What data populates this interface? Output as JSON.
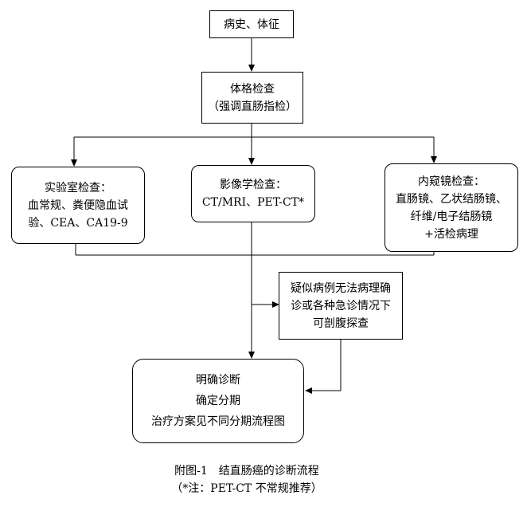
{
  "diagram": {
    "title_implicit": "结直肠癌诊断流程图",
    "nodes": {
      "history": {
        "line1": "病史、体征"
      },
      "physical": {
        "line1": "体格检查",
        "line2": "（强调直肠指检）"
      },
      "lab": {
        "line1": "实验室检查：",
        "line2": "血常规、粪便隐血试",
        "line3": "验、CEA、CA19-9"
      },
      "imaging": {
        "line1": "影像学检查：",
        "line2": "CT/MRI、PET-CT*"
      },
      "endoscopy": {
        "line1": "内窥镜检查：",
        "line2": "直肠镜、乙状结肠镜、",
        "line3": "纤维/电子结肠镜",
        "line4": "+活检病理"
      },
      "suspected": {
        "line1": "疑似病例无法病理确",
        "line2": "诊或各种急诊情况下",
        "line3": "可剖腹探查"
      },
      "diagnosis": {
        "line1": "明确诊断",
        "line2": "确定分期",
        "line3": "治疗方案见不同分期流程图"
      }
    },
    "caption": {
      "title": "附图-1　结直肠癌的诊断流程",
      "note": "（*注：PET-CT 不常规推荐）"
    },
    "colors": {
      "line": "#000000",
      "text": "#000000",
      "background": "#ffffff"
    }
  }
}
